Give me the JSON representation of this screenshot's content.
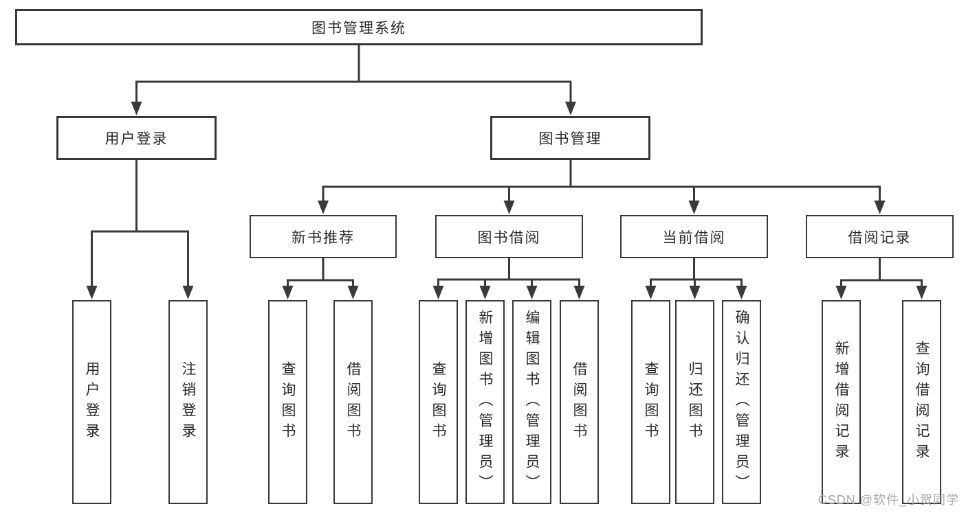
{
  "tree": {
    "root": {
      "label": "图书管理系统",
      "children": [
        {
          "label": "用户登录",
          "children": [
            {
              "label": "用户登录"
            },
            {
              "label": "注销登录"
            }
          ]
        },
        {
          "label": "图书管理",
          "children": [
            {
              "label": "新书推荐",
              "children": [
                {
                  "label": "查询图书"
                },
                {
                  "label": "借阅图书"
                }
              ]
            },
            {
              "label": "图书借阅",
              "children": [
                {
                  "label": "查询图书"
                },
                {
                  "label": "新增图书（管理员）"
                },
                {
                  "label": "编辑图书（管理员）"
                },
                {
                  "label": "借阅图书"
                }
              ]
            },
            {
              "label": "当前借阅",
              "children": [
                {
                  "label": "查询图书"
                },
                {
                  "label": "归还图书"
                },
                {
                  "label": "确认归还（管理员）"
                }
              ]
            },
            {
              "label": "借阅记录",
              "children": [
                {
                  "label": "新增借阅记录"
                },
                {
                  "label": "查询借阅记录"
                }
              ]
            }
          ]
        }
      ]
    }
  },
  "watermark": {
    "text": "CSDN @软件_小贺同学"
  },
  "colors": {
    "background": "#ffffff",
    "line": "#3a3a3a",
    "border": "#383838",
    "text": "#2a2a2a",
    "watermark": "#a7a7ac"
  }
}
